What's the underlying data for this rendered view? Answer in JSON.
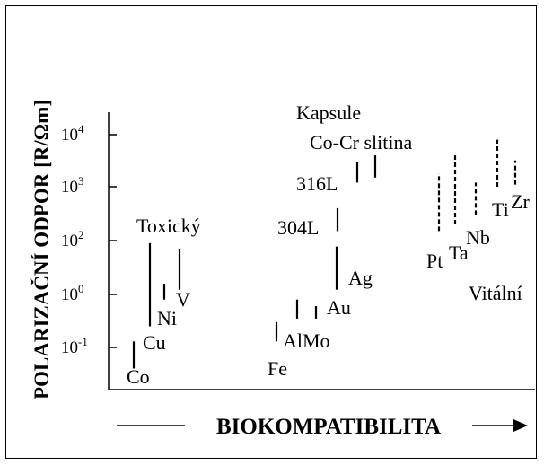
{
  "chart_data": {
    "type": "range",
    "ylabel": "POLARIZAČNÍ ODPOR [R/Ωm]",
    "xlabel": "BIOKOMPATIBILITA",
    "yscale": "log",
    "yticks": [
      {
        "base": "10",
        "exp": "4",
        "value": 10000
      },
      {
        "base": "10",
        "exp": "3",
        "value": 1000
      },
      {
        "base": "10",
        "exp": "2",
        "value": 100
      },
      {
        "base": "10",
        "exp": "0",
        "value": 1
      },
      {
        "base": "10",
        "exp": "-1",
        "value": 0.1
      }
    ],
    "groups": [
      {
        "name": "Toxický",
        "style": "solid"
      },
      {
        "name": "Kapsule",
        "style": "solid"
      },
      {
        "name": "Vitální",
        "style": "dashed"
      }
    ],
    "materials": [
      {
        "name": "Co",
        "group": "Toxický",
        "y": [
          0.04,
          0.13
        ]
      },
      {
        "name": "Cu",
        "group": "Toxický",
        "y": [
          0.25,
          80
        ]
      },
      {
        "name": "Ni",
        "group": "Toxický",
        "y": [
          0.8,
          2.5
        ]
      },
      {
        "name": "V",
        "group": "Toxický",
        "y": [
          1.5,
          50
        ]
      },
      {
        "name": "Fe",
        "group": "Kapsule",
        "y": [
          0.13,
          0.3
        ]
      },
      {
        "name": "AlMo",
        "group": "Kapsule",
        "y": [
          0.35,
          0.8
        ]
      },
      {
        "name": "Au",
        "group": "Kapsule",
        "y": [
          0.35,
          0.6
        ]
      },
      {
        "name": "Ag",
        "group": "Kapsule",
        "y": [
          1.5,
          60
        ]
      },
      {
        "name": "304L",
        "group": "Kapsule",
        "y": [
          150,
          400
        ]
      },
      {
        "name": "316L",
        "group": "Kapsule",
        "y": [
          1200,
          3000
        ]
      },
      {
        "name": "Co-Cr slitina",
        "group": "Kapsule",
        "y": [
          1500,
          4000
        ]
      },
      {
        "name": "Pt",
        "group": "Vitální",
        "y": [
          150,
          1800
        ]
      },
      {
        "name": "Ta",
        "group": "Vitální",
        "y": [
          200,
          4000
        ]
      },
      {
        "name": "Nb",
        "group": "Vitální",
        "y": [
          300,
          1200
        ]
      },
      {
        "name": "Ti",
        "group": "Vitální",
        "y": [
          1000,
          8000
        ]
      },
      {
        "name": "Zr",
        "group": "Vitální",
        "y": [
          1100,
          3200
        ]
      }
    ]
  }
}
